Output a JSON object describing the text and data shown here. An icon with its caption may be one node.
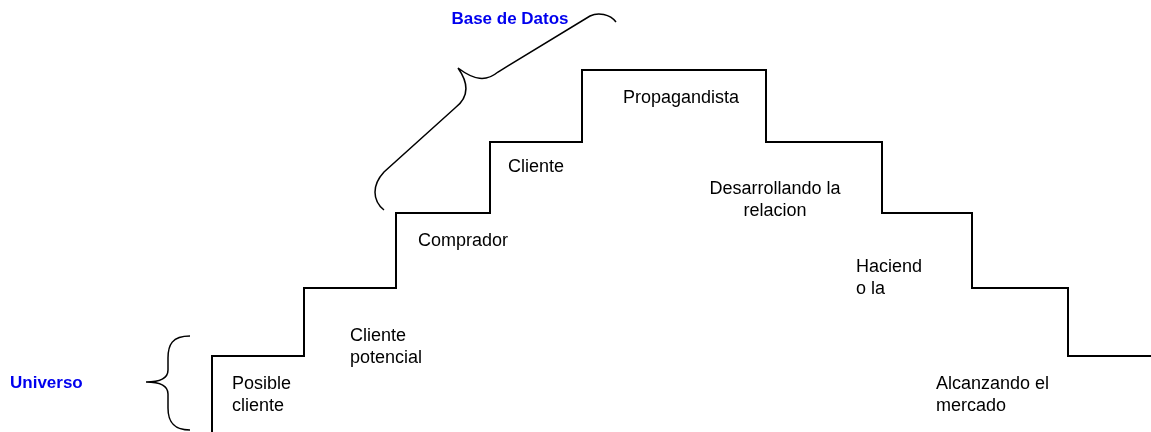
{
  "diagram": {
    "labels": [
      "Base de Datos",
      "Propagandista",
      "Cliente",
      "Desarrollando la relacion",
      "Comprador",
      "Haciend o la",
      "Cliente potencial",
      "Universo",
      "Posible cliente",
      "Alcanzando el mercado"
    ]
  }
}
